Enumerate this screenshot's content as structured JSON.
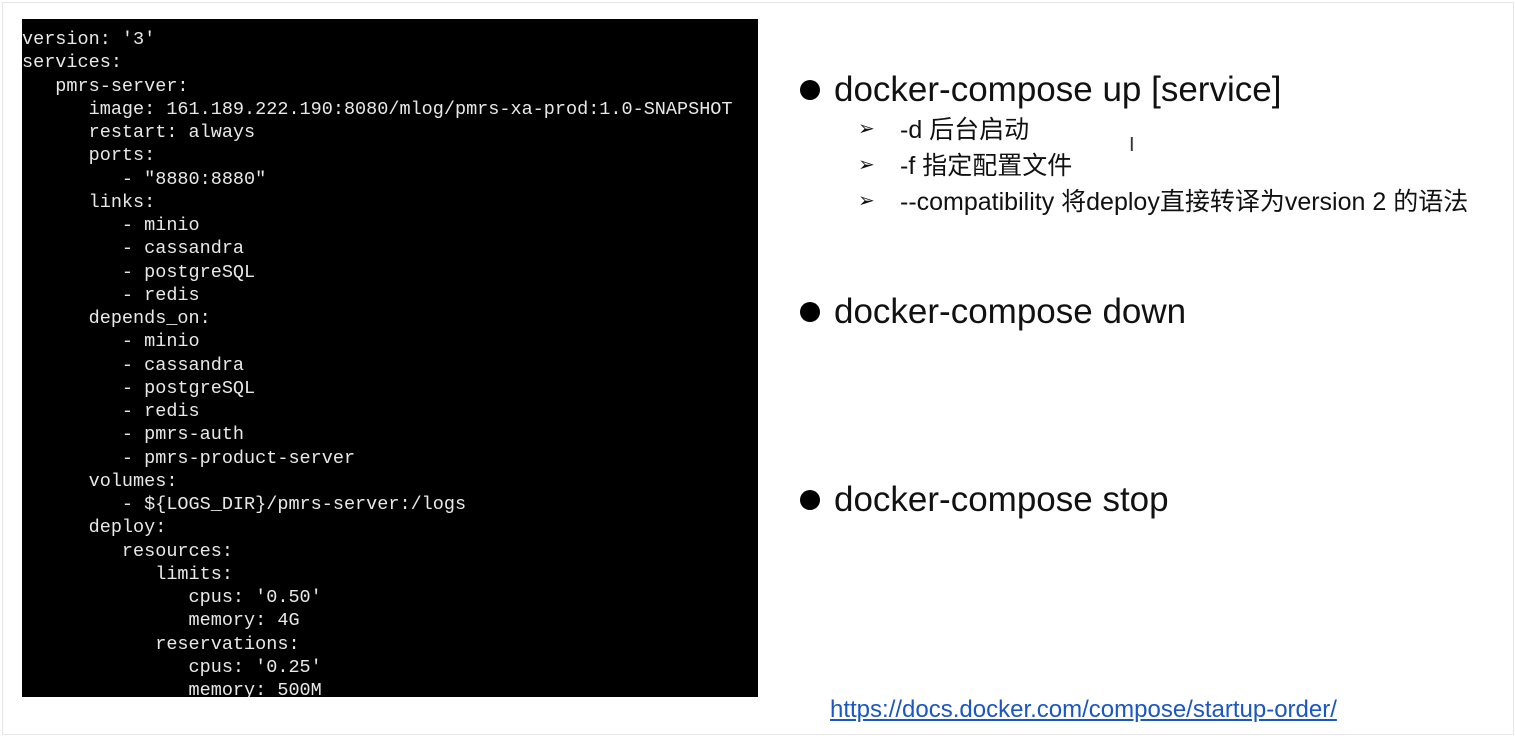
{
  "code_lines": [
    "version: '3'",
    "services:",
    "   pmrs-server:",
    "      image: 161.189.222.190:8080/mlog/pmrs-xa-prod:1.0-SNAPSHOT",
    "      restart: always",
    "      ports:",
    "         - \"8880:8880\"",
    "      links:",
    "         - minio",
    "         - cassandra",
    "         - postgreSQL",
    "         - redis",
    "      depends_on:",
    "         - minio",
    "         - cassandra",
    "         - postgreSQL",
    "         - redis",
    "         - pmrs-auth",
    "         - pmrs-product-server",
    "      volumes:",
    "         - ${LOGS_DIR}/pmrs-server:/logs",
    "      deploy:",
    "         resources:",
    "            limits:",
    "               cpus: '0.50'",
    "               memory: 4G",
    "            reservations:",
    "               cpus: '0.25'",
    "               memory: 500M"
  ],
  "bullets": {
    "up": "docker-compose up [service]",
    "up_options": [
      "-d 后台启动",
      "-f 指定配置文件",
      "--compatibility 将deploy直接转译为version 2 的语法"
    ],
    "down": "docker-compose down",
    "stop": "docker-compose stop"
  },
  "link": "https://docs.docker.com/compose/startup-order/",
  "cursor_glyph": "I"
}
